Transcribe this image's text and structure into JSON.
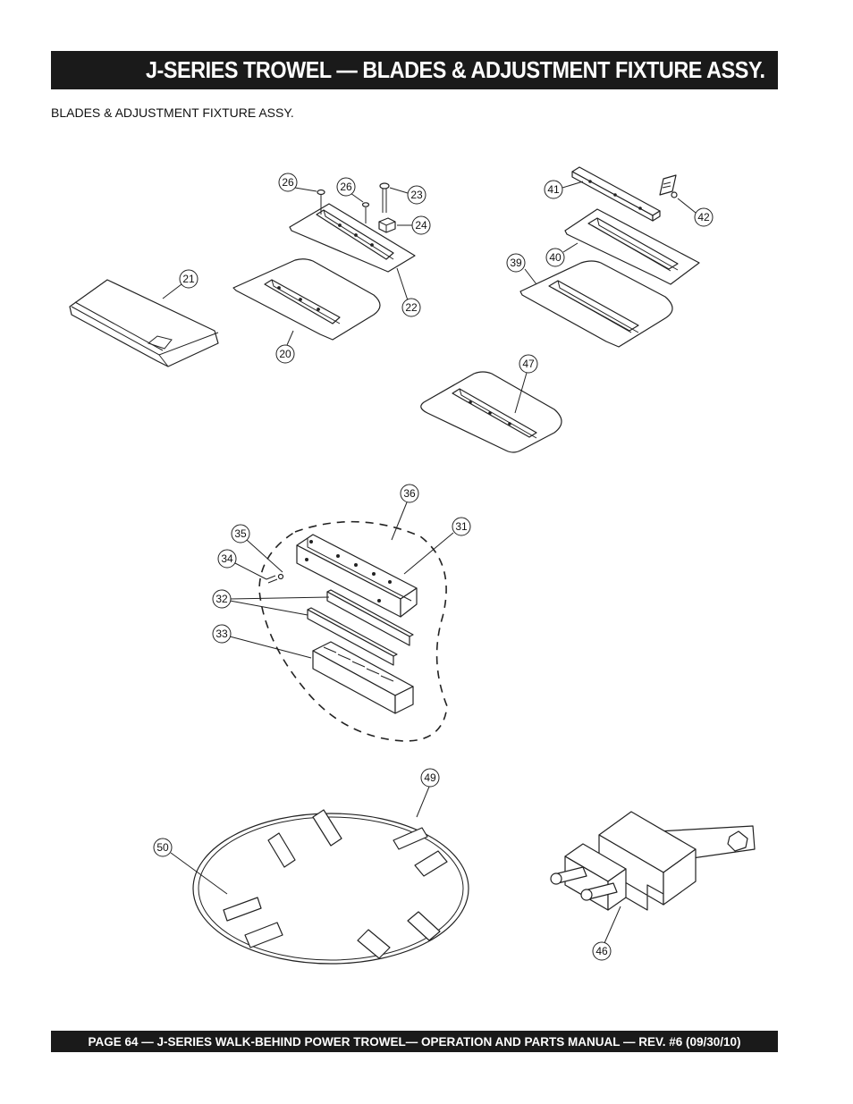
{
  "header": {
    "title": "J-SERIES TROWEL — BLADES & ADJUSTMENT FIXTURE ASSY."
  },
  "subtitle": "BLADES & ADJUSTMENT FIXTURE ASSY.",
  "footer": {
    "text": "PAGE 64 — J-SERIES  WALK-BEHIND POWER TROWEL— OPERATION AND PARTS MANUAL — REV. #6 (09/30/10)"
  },
  "callouts": {
    "c26a": "26",
    "c26b": "26",
    "c23": "23",
    "c24": "24",
    "c22": "22",
    "c21": "21",
    "c20": "20",
    "c41": "41",
    "c42": "42",
    "c40": "40",
    "c39": "39",
    "c47": "47",
    "c36": "36",
    "c35": "35",
    "c31": "31",
    "c34": "34",
    "c32": "32",
    "c33": "33",
    "c49": "49",
    "c50": "50",
    "c46": "46"
  }
}
